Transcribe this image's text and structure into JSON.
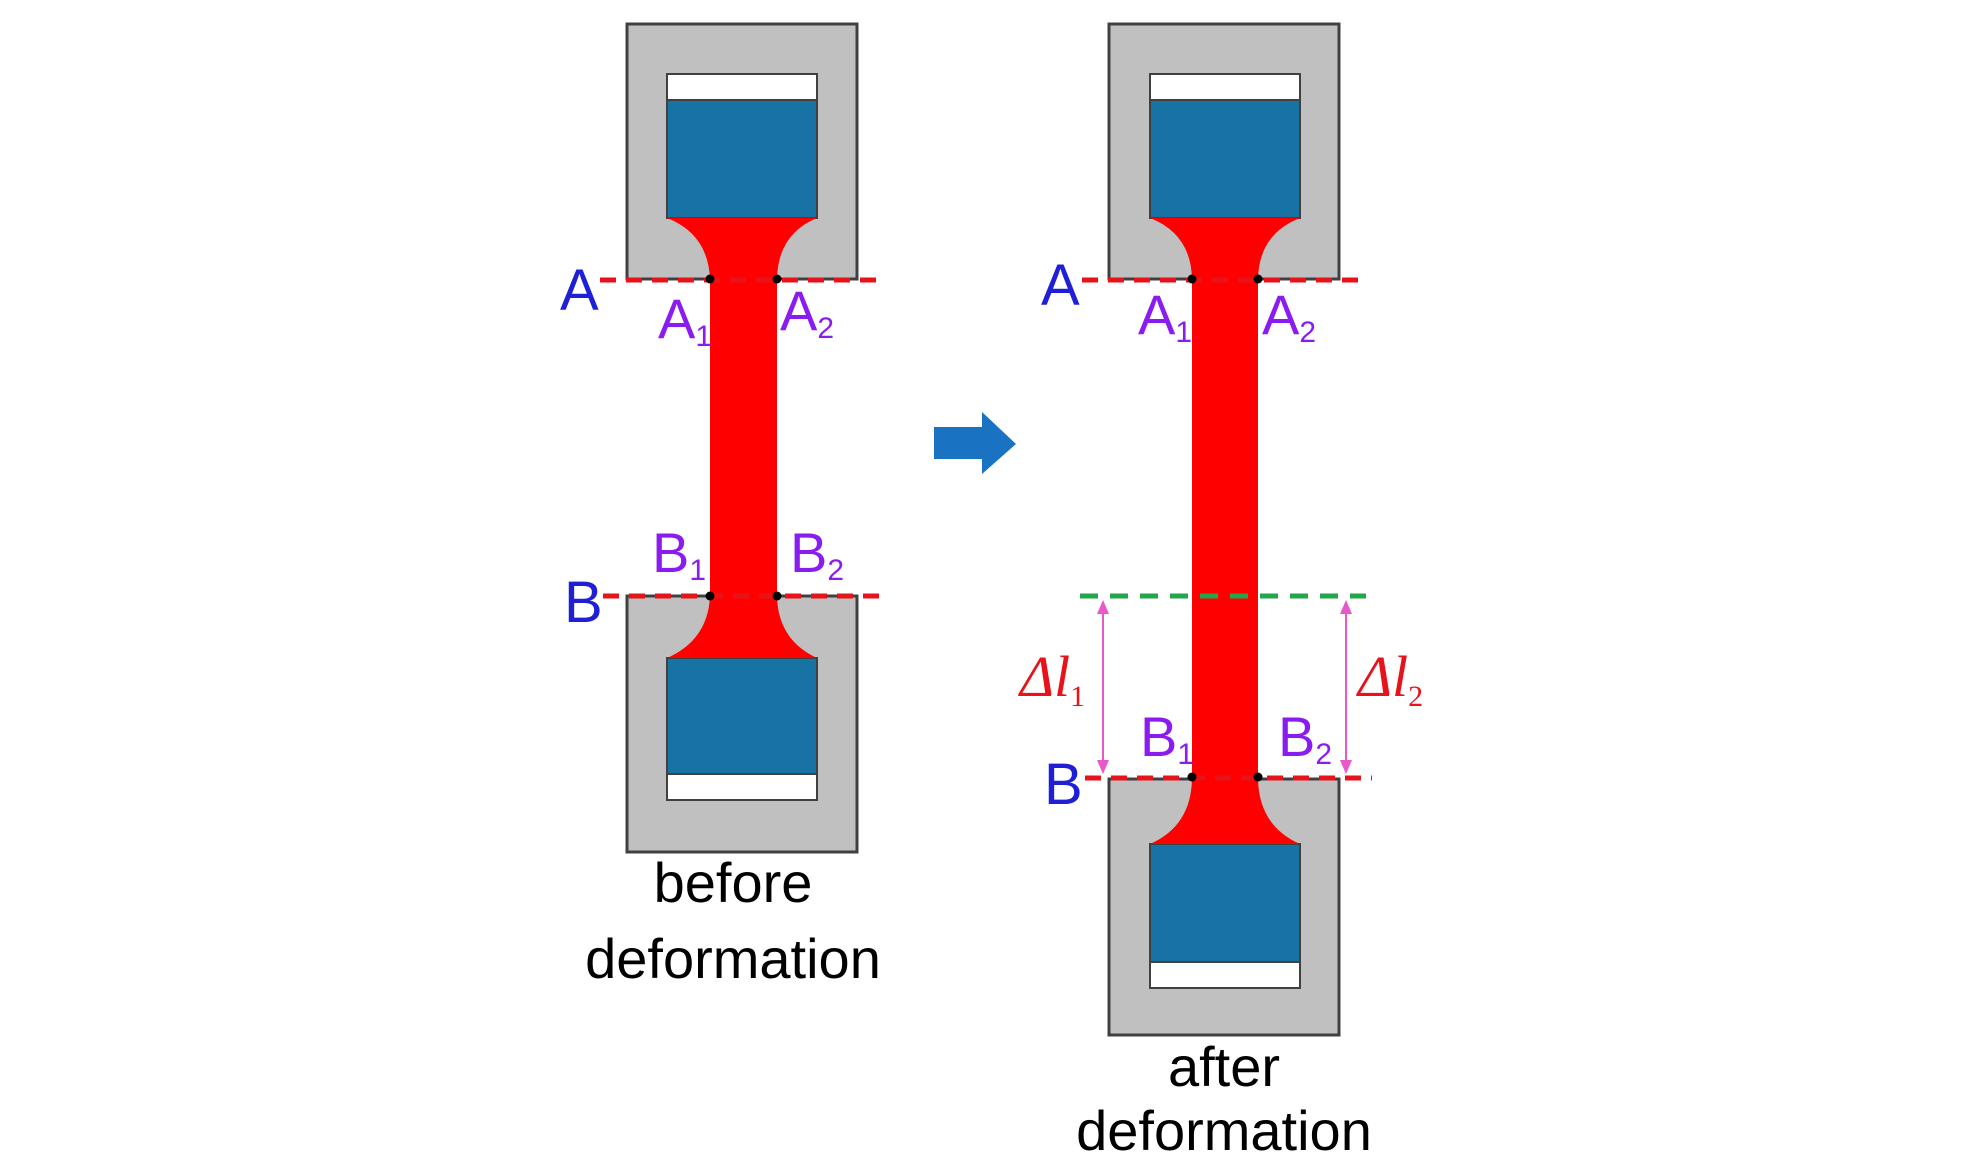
{
  "colors": {
    "grip_gray": "#c0c0c0",
    "grip_outline": "#404040",
    "clamp_blue": "#1673a3",
    "specimen_red": "#ff0000",
    "dash_red": "#e8121a",
    "dash_green": "#22a64a",
    "label_blue": "#1f1fd6",
    "label_purple": "#8a1cf0",
    "arrow_blue": "#1a72c2",
    "dim_pink": "#e858c8"
  },
  "icons": {
    "transition": "right-arrow-icon"
  },
  "before": {
    "label_A": "A",
    "label_B": "B",
    "A1": {
      "main": "A",
      "sub": "1"
    },
    "A2": {
      "main": "A",
      "sub": "2"
    },
    "B1": {
      "main": "B",
      "sub": "1"
    },
    "B2": {
      "main": "B",
      "sub": "2"
    },
    "caption_line1": "before",
    "caption_line2": "deformation"
  },
  "after": {
    "label_A": "A",
    "label_B": "B",
    "A1": {
      "main": "A",
      "sub": "1"
    },
    "A2": {
      "main": "A",
      "sub": "2"
    },
    "B1": {
      "main": "B",
      "sub": "1"
    },
    "B2": {
      "main": "B",
      "sub": "2"
    },
    "delta1": {
      "main": "Δl",
      "sub": "1"
    },
    "delta2": {
      "main": "Δl",
      "sub": "2"
    },
    "caption_line1": "after",
    "caption_line2": "deformation"
  }
}
